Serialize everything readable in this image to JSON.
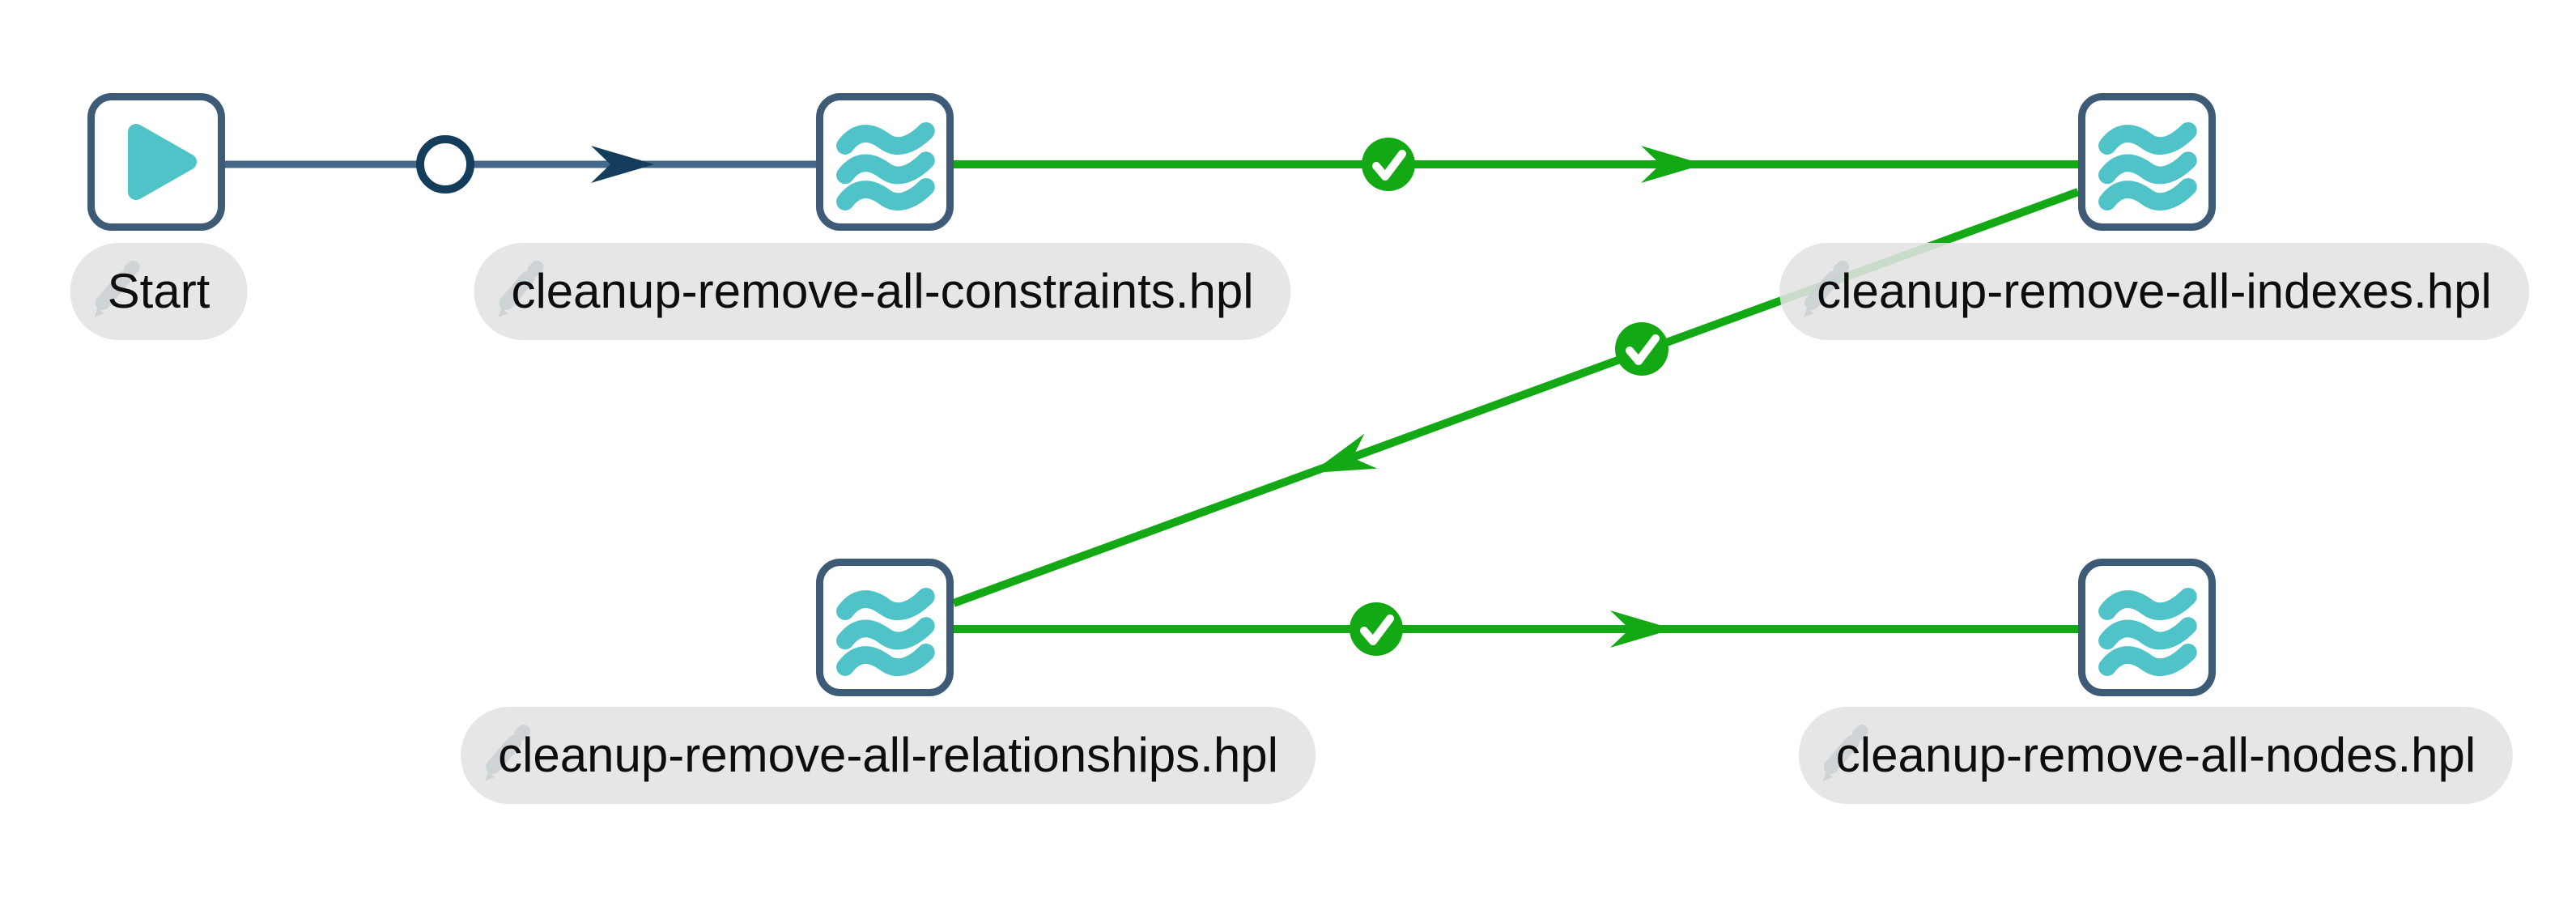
{
  "workflow": {
    "actions": [
      {
        "id": "start",
        "label": "Start",
        "type": "start-action",
        "icon": "play-icon"
      },
      {
        "id": "constraints",
        "label": "cleanup-remove-all-constraints.hpl",
        "type": "pipeline-action",
        "icon": "pipeline-waves-icon"
      },
      {
        "id": "indexes",
        "label": "cleanup-remove-all-indexes.hpl",
        "type": "pipeline-action",
        "icon": "pipeline-waves-icon"
      },
      {
        "id": "relationships",
        "label": "cleanup-remove-all-relationships.hpl",
        "type": "pipeline-action",
        "icon": "pipeline-waves-icon"
      },
      {
        "id": "nodes",
        "label": "cleanup-remove-all-nodes.hpl",
        "type": "pipeline-action",
        "icon": "pipeline-waves-icon"
      }
    ],
    "hops": [
      {
        "from": "Start",
        "to": "cleanup-remove-all-constraints.hpl",
        "condition": "unconditional",
        "marker": "circle-icon"
      },
      {
        "from": "cleanup-remove-all-constraints.hpl",
        "to": "cleanup-remove-all-indexes.hpl",
        "condition": "success",
        "marker": "checkmark-icon"
      },
      {
        "from": "cleanup-remove-all-indexes.hpl",
        "to": "cleanup-remove-all-relationships.hpl",
        "condition": "success",
        "marker": "checkmark-icon"
      },
      {
        "from": "cleanup-remove-all-relationships.hpl",
        "to": "cleanup-remove-all-nodes.hpl",
        "condition": "success",
        "marker": "checkmark-icon"
      }
    ]
  },
  "colors": {
    "green": "#12a915",
    "navy-line": "#45688a",
    "navy-dark": "#143d5b",
    "node-border": "#3d5a76",
    "teal": "#4fc3c8",
    "pill": "#e4e4e5",
    "text": "#0d0d0d"
  }
}
